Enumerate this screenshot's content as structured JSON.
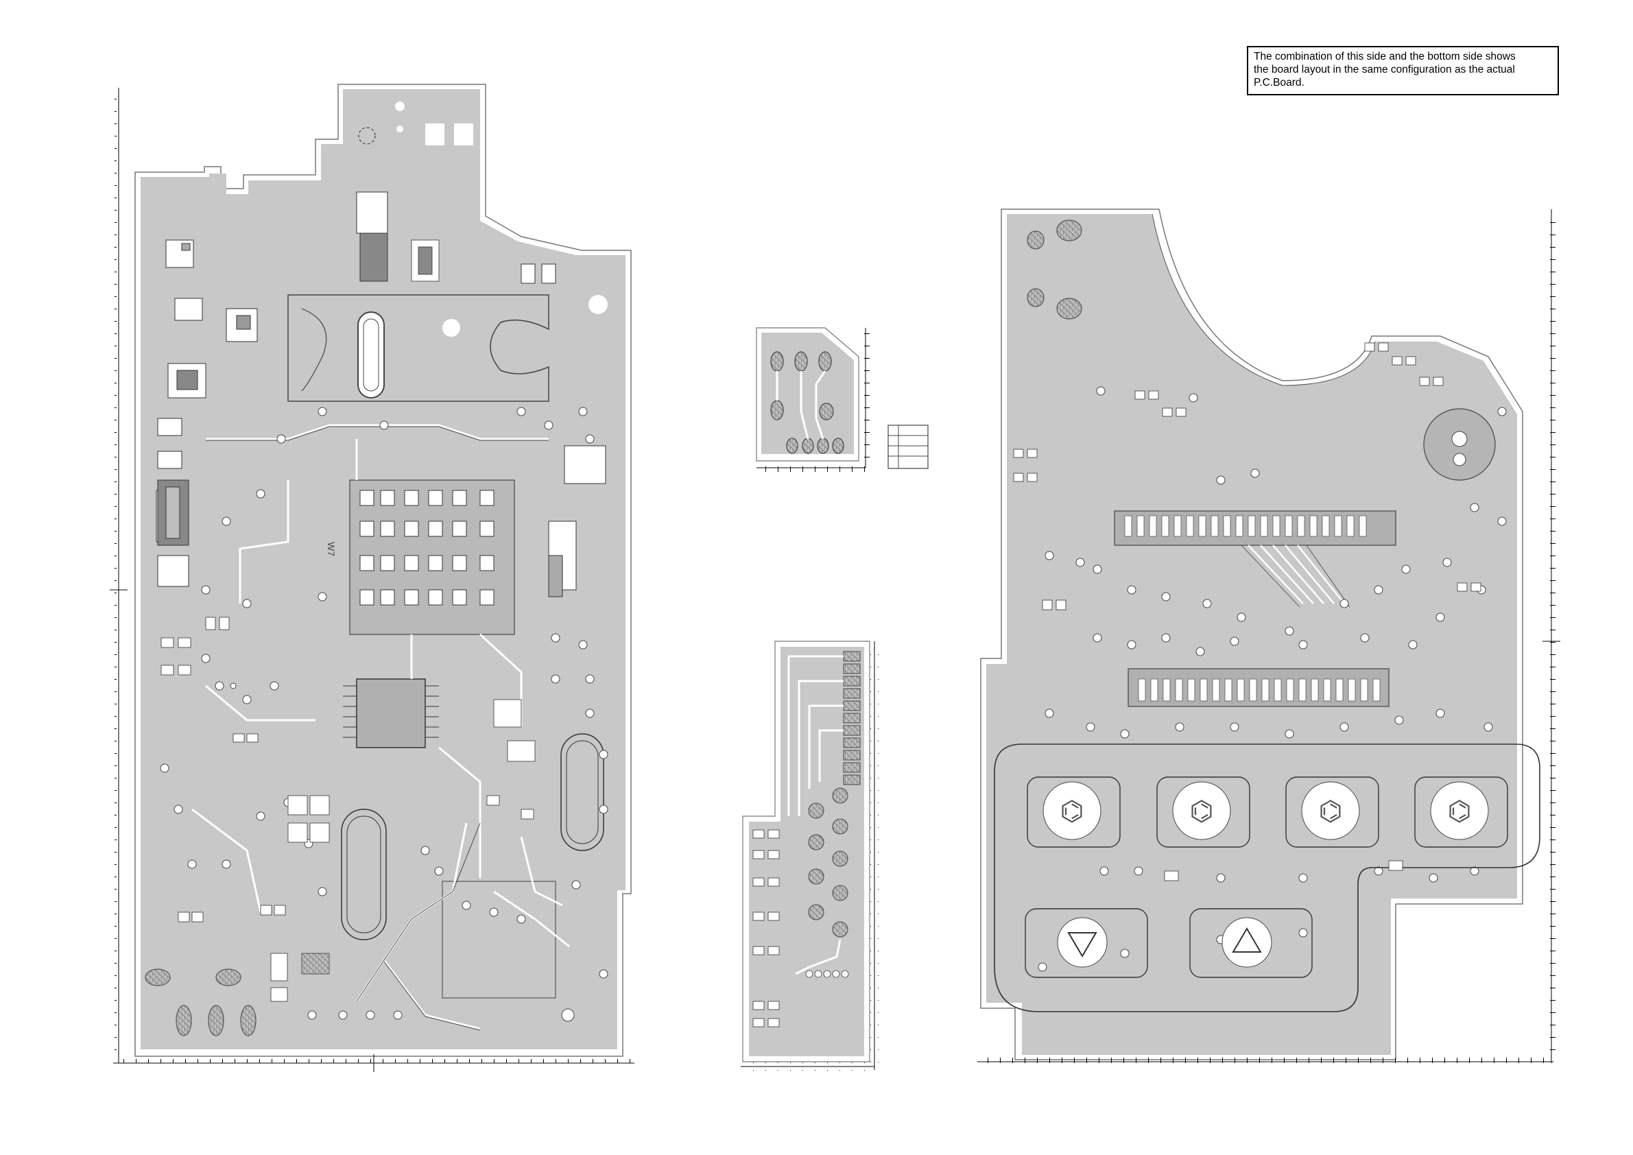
{
  "note": {
    "line1": "The combination of this side and the bottom side shows",
    "line2": "the board layout in the same configuration as the actual",
    "line3": "P.C.Board."
  },
  "colors": {
    "board_fill": "#c8c8c8",
    "copper_gap": "#ffffff",
    "outline": "#555555",
    "line": "#000000",
    "hatch": "#6e6e6e"
  },
  "board_labels": {
    "ic_marking": "W7"
  },
  "icons": {
    "keypad_buttons": [
      "round-key-icon",
      "round-key-icon",
      "round-key-icon",
      "round-key-icon"
    ],
    "arrow_buttons": [
      "down-triangle-icon",
      "up-triangle-icon"
    ]
  }
}
